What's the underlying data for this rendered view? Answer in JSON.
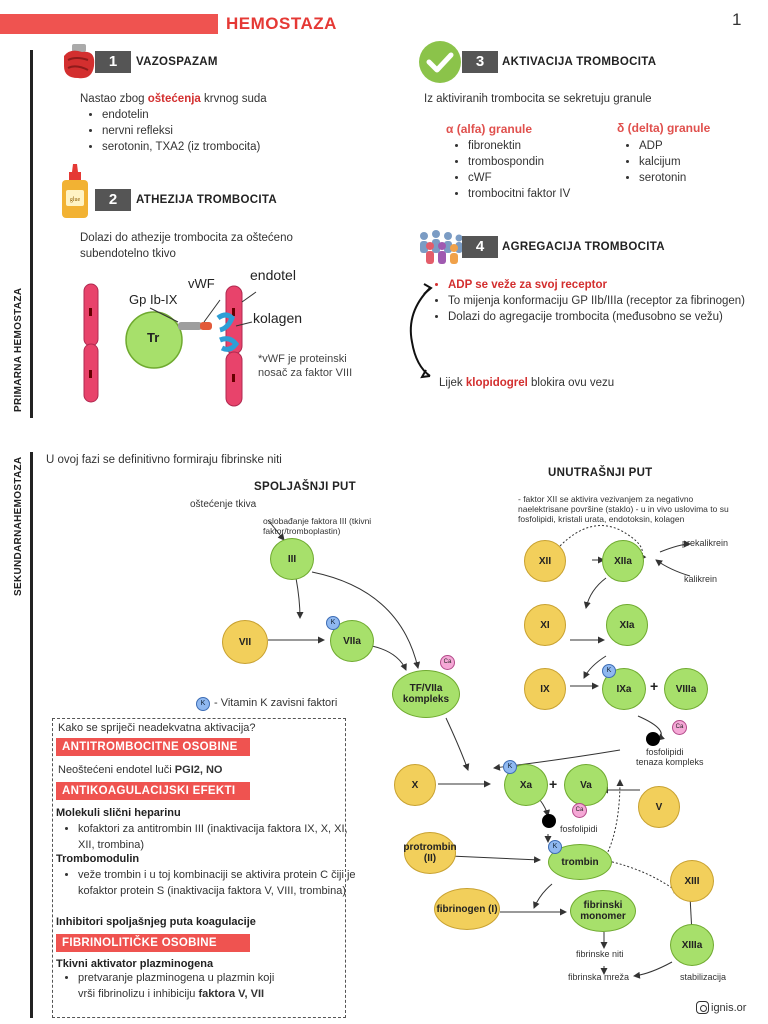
{
  "header": {
    "title": "HEMOSTAZA",
    "page_number": "1"
  },
  "side_labels": {
    "primary": "PRIMARNA HEMOSTAZA",
    "secondary": "SEKUNDARNAHEMOSTAZA"
  },
  "section1": {
    "number": "1",
    "heading": "VAZOSPAZAM",
    "intro_before": "Nastao zbog ",
    "intro_highlight": "oštećenja",
    "intro_after": " krvnog suda",
    "items": [
      "endotelin",
      "nervni refleksi",
      "serotonin, TXA2 (iz trombocita)"
    ]
  },
  "section2": {
    "number": "2",
    "heading": "ATHEZIJA TROMBOCITA",
    "text": "Dolazi do athezije trombocita za oštećeno subendotelno tkivo",
    "labels": {
      "gp": "Gp Ib-IX",
      "vwf": "vWF",
      "endotel": "endotel",
      "kolagen": "kolagen",
      "tr": "Tr"
    },
    "note": "*vWF je proteinski nosač za faktor VIII",
    "glue_label": "glue"
  },
  "section3": {
    "number": "3",
    "heading": "AKTIVACIJA TROMBOCITA",
    "intro": "Iz aktiviranih trombocita se sekretuju granule",
    "alpha_head": "α (alfa) granule",
    "alpha_items": [
      "fibronektin",
      "trombospondin",
      "cWF",
      "trombocitni faktor IV"
    ],
    "delta_head": "δ (delta) granule",
    "delta_items": [
      "ADP",
      "kalcijum",
      "serotonin"
    ]
  },
  "section4": {
    "number": "4",
    "heading": "AGREGACIJA TROMBOCITA",
    "items": [
      "ADP se veže za svoj receptor",
      "To mijenja konformaciju GP IIb/IIIa (receptor za fibrinogen)",
      "Dolazi do agregacije trombocita (međusobno se vežu)"
    ],
    "drug_before": "Lijek ",
    "drug_highlight": "klopidogrel",
    "drug_after": " blokira ovu vezu"
  },
  "secondary": {
    "intro": "U ovoj fazi se definitivno formiraju fibrinske niti",
    "extrinsic_title": "SPOLJAŠNJI PUT",
    "intrinsic_title": "UNUTRAŠNJI PUT",
    "tissue_damage": "oštećenje tkiva",
    "factor3_release": "oslobađanje faktora III (tkivni faktor/tromboplastin)",
    "intrinsic_note": "- faktor XII se aktivira vezivanjem za negativno naelektrisane površine (staklo) - u in vivo uslovima to su fosfolipidi, kristali urata, endotoksin, kolagen",
    "nodes": {
      "III": "III",
      "VII": "VII",
      "VIIa": "VIIa",
      "TF": "TF/VIIa kompleks",
      "XII": "XII",
      "XIIa": "XIIa",
      "XI": "XI",
      "XIa": "XIa",
      "IX": "IX",
      "IXa": "IXa",
      "VIIIa": "VIIIa",
      "X": "X",
      "Xa": "Xa",
      "Va": "Va",
      "V": "V",
      "protrombin": "protrombin (II)",
      "trombin": "trombin",
      "fibrinogen": "fibrinogen (I)",
      "fibrinski": "fibrinski monomer",
      "XIII": "XIII",
      "XIIIa": "XIIIa"
    },
    "labels": {
      "prekalikrein": "prekalikrein",
      "kalikrein": "kalikrein",
      "fosfolipidi": "fosfolipidi",
      "tenaza": "tenaza kompleks",
      "fosfolipidi2": "fosfolipidi",
      "fibrinske_niti": "fibrinske niti",
      "fibrinska_mreza": "fibrinska mreža",
      "stabilizacija": "stabilizacija",
      "plus": "+",
      "k": "K",
      "ca": "Ca"
    },
    "vitamin_k_legend": "- Vitamin K zavisni faktori"
  },
  "regulation": {
    "question": "Kako se spriječi neadekvatna aktivacija?",
    "antiplatelet_head": "ANTITROMBOCITNE OSOBINE",
    "antiplatelet_before": "Neoštećeni endotel luči ",
    "antiplatelet_bold": "PGI2, NO",
    "anticoag_head": "ANTIKOAGULACIJSKI EFEKTI",
    "heparin_title": "Molekuli slični heparinu",
    "heparin_item": "kofaktori za antitrombin III (inaktivacija faktora IX, X, XI, XII, trombina)",
    "tm_title": "Trombomodulin",
    "tm_item": "veže trombin i u toj kombinaciji se aktivira protein C čiji je kofaktor protein S (inaktivacija faktora V, VIII, trombina)",
    "inhib_title": "Inhibitori spoljašnjeg puta koagulacije",
    "fibrino_head": "FIBRINOLITIČKE OSOBINE",
    "tpa_title": "Tkivni aktivator plazminogena",
    "tpa_item_before": "pretvaranje plazminogena u plazmin koji vrši fibrinolizu i inhibiciju ",
    "tpa_item_bold": "faktora V, VII"
  },
  "footer": {
    "handle": "ignis.or"
  },
  "colors": {
    "accent": "#ef5350",
    "green": "#a7e06b",
    "yellow": "#f2cf5b",
    "check": "#8bc34a"
  }
}
